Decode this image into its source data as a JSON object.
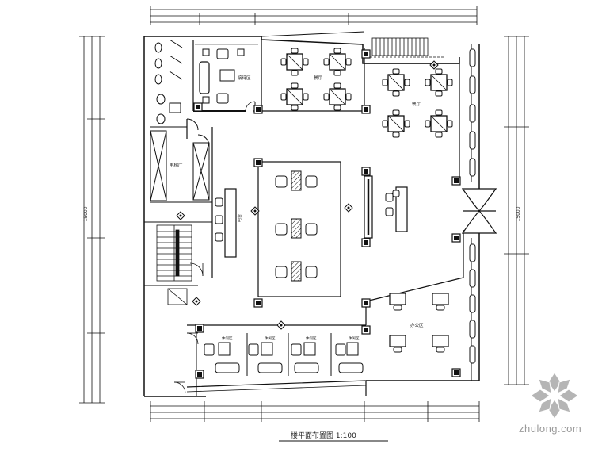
{
  "drawing": {
    "title": "一楼平面布置图 1:100",
    "rooms": {
      "reception": "接待区",
      "dining_a": "餐厅",
      "dining_b": "餐厅",
      "lift_lobby": "电梯厅",
      "bar": "吧台",
      "office": "办公区"
    },
    "rooms_small": [
      "休闲区",
      "休闲区",
      "休闲区",
      "休闲区"
    ],
    "side_dims": {
      "left": "15000",
      "right": "15000"
    }
  },
  "watermark": {
    "site": "zhulong.com"
  },
  "colors": {
    "line": "#111111",
    "watermark": "#9a9a9a"
  }
}
